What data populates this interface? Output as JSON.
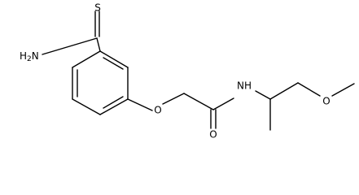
{
  "molecule": {
    "labels": {
      "sulfur": "S",
      "thioamide_nitrogen": "NH",
      "thioamide_h_subscript": "2",
      "ether_oxygen": "O",
      "carbonyl_oxygen": "O",
      "amide_nitrogen": "NH",
      "methoxy_oxygen": "O"
    },
    "colors": {
      "bond": "#000000",
      "label": "#000000",
      "background": "#ffffff"
    }
  }
}
